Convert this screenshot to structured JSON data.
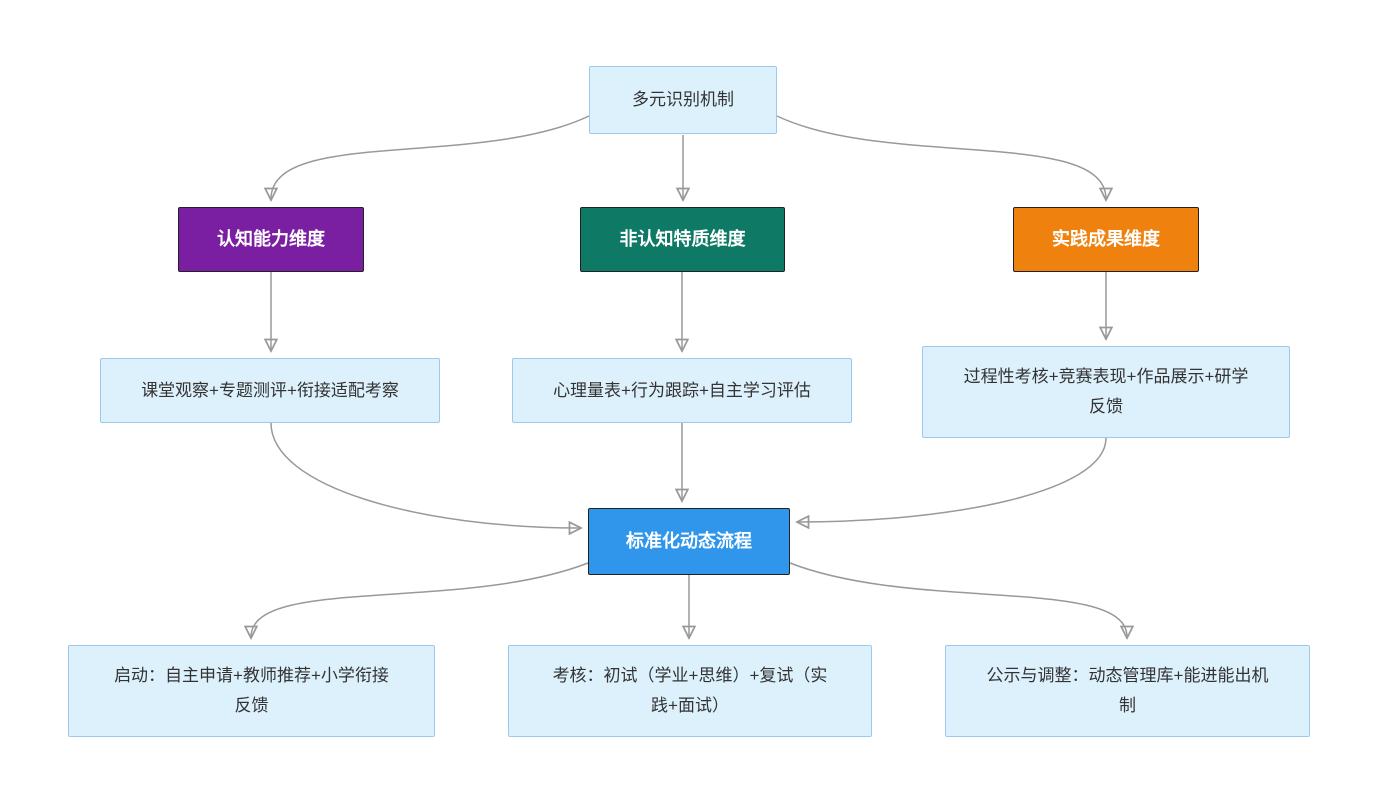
{
  "nodes": {
    "root": {
      "label": "多元识别机制"
    },
    "cognitive": {
      "label": "认知能力维度"
    },
    "noncognitive": {
      "label": "非认知特质维度"
    },
    "practice": {
      "label": "实践成果维度"
    },
    "cognitive_methods": {
      "label": "课堂观察+专题测评+衔接适配考察"
    },
    "noncognitive_methods": {
      "label": "心理量表+行为跟踪+自主学习评估"
    },
    "practice_methods": {
      "label": "过程性考核+竞赛表现+作品展示+研学反馈"
    },
    "process": {
      "label": "标准化动态流程"
    },
    "step_start": {
      "label": "启动：自主申请+教师推荐+小学衔接反馈"
    },
    "step_exam": {
      "label": "考核：初试（学业+思维）+复试（实践+面试）"
    },
    "step_publicity": {
      "label": "公示与调整：动态管理库+能进能出机制"
    }
  },
  "colors": {
    "node_fill_light": "#ddf1fd",
    "node_border_light": "#9dc9ef",
    "purple": "#7b1fa2",
    "teal": "#0e7a66",
    "orange": "#ef810f",
    "blue": "#2f96ec",
    "edge": "#999999",
    "dark_border": "#212121",
    "text_dark": "#333333",
    "text_light": "#ffffff"
  }
}
